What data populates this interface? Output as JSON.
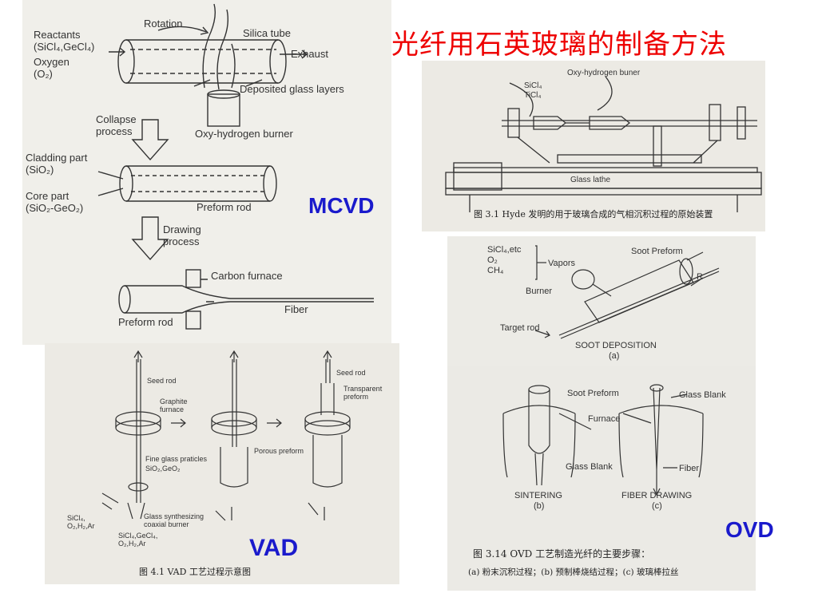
{
  "title": "光纤用石英玻璃的制备方法",
  "methods": {
    "mcvd": "MCVD",
    "vad": "VAD",
    "ovd": "OVD"
  },
  "mcvd_labels": {
    "reactants": "Reactants",
    "reactants_formula": "(SiCl₄,GeCl₄)",
    "oxygen": "Oxygen",
    "oxygen_formula": "(O₂)",
    "rotation": "Rotation",
    "silica_tube": "Silica tube",
    "exhaust": "Exhaust",
    "deposited": "Deposited glass layers",
    "burner": "Oxy-hydrogen burner",
    "collapse_1": "Collapse",
    "collapse_2": "process",
    "cladding": "Cladding part",
    "cladding_formula": "(SiO₂)",
    "core": "Core part",
    "core_formula": "(SiO₂-GeO₂)",
    "preform_rod": "Preform rod",
    "drawing_1": "Drawing",
    "drawing_2": "process",
    "carbon_furnace": "Carbon furnace",
    "fiber": "Fiber",
    "preform_rod_2": "Preform rod"
  },
  "hyde": {
    "burner": "Oxy-hydrogen buner",
    "sicl4": "SiCl₄",
    "ticl4": "TiCl₄",
    "lathe": "Glass lathe",
    "caption": "图 3.1  Hyde 发明的用于玻璃合成的气相沉积过程的原始装置"
  },
  "vad_labels": {
    "seed_rod": "Seed rod",
    "seed_rod_2": "Seed rod",
    "graphite_1": "Graphite",
    "graphite_2": "furnace",
    "transparent_1": "Transparent",
    "transparent_2": "preform",
    "fine_1": "Fine glass praticles",
    "fine_2": "SiO₂,GeO₂",
    "porous": "Porous preform",
    "gases_1a": "SiCl₄,",
    "gases_1b": "O₂,H₂,Ar",
    "synth_1": "Glass synthesizing",
    "synth_2": "coaxial burner",
    "gases_2a": "SiCl₄,GeCl₄,",
    "gases_2b": "O₂,H₂,Ar",
    "caption": "图 4.1  VAD 工艺过程示意图"
  },
  "ovd_top": {
    "vapors_1": "SiCl₄,etc",
    "vapors_2": "O₂",
    "vapors_3": "CH₄",
    "vapors": "Vapors",
    "soot_preform": "Soot Preform",
    "r": "R",
    "burner": "Burner",
    "target_rod": "Target rod",
    "deposition": "SOOT DEPOSITION",
    "a": "(a)"
  },
  "ovd_bottom": {
    "soot_preform": "Soot Preform",
    "glass_blank": "Glass Blank",
    "furnace": "Furnace",
    "glass_blank_2": "Glass Blank",
    "fiber": "Fiber",
    "sintering": "SINTERING",
    "b": "(b)",
    "fiber_drawing": "FIBER DRAWING",
    "c": "(c)",
    "caption_1": "图 3.14  OVD 工艺制造光纤的主要步骤：",
    "caption_2": "(a) 粉末沉积过程；(b) 预制棒烧结过程；(c) 玻璃棒拉丝"
  },
  "colors": {
    "title": "#ee0000",
    "method_labels": "#1a1acc",
    "scan_bg": "#eceae4"
  }
}
